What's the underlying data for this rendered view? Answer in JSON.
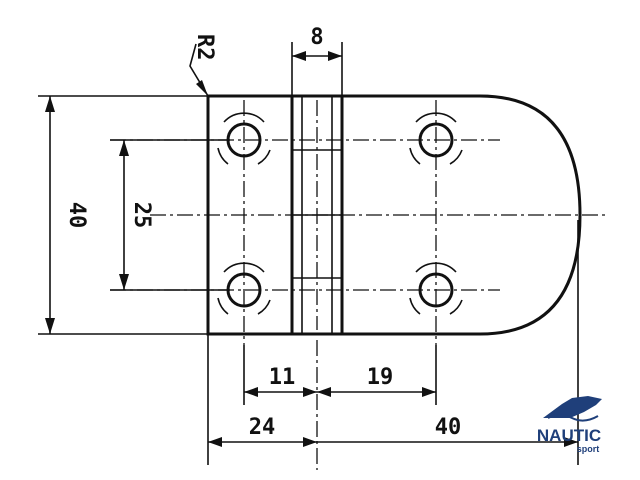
{
  "dimensions": {
    "radius": "R2",
    "hinge_width": "8",
    "overall_height": "40",
    "hole_spacing_vertical": "25",
    "hole_offset_left": "11",
    "hole_offset_right": "19",
    "hinge_center_offset": "24",
    "overall_length": "40"
  },
  "logo": {
    "name": "NAUTIC",
    "sub": "sport",
    "color": "#1f3f7a"
  }
}
